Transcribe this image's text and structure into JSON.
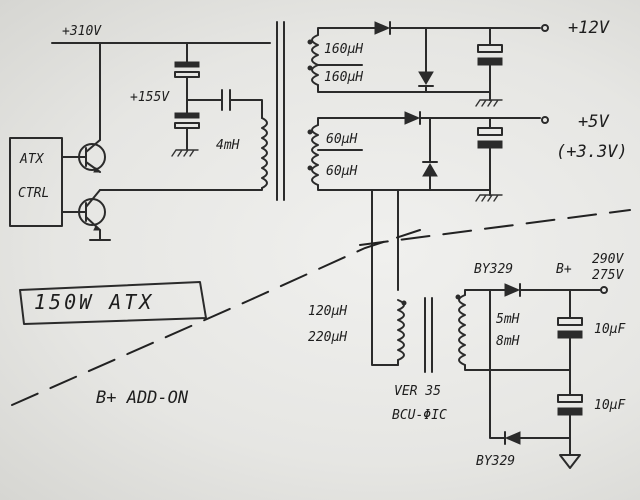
{
  "labels": {
    "v310": "+310V",
    "v155": "+155V",
    "ind4mh": "4mH",
    "atx1": "ATX",
    "atx2": "CTRL",
    "ind160a": "160µH",
    "ind160b": "160µH",
    "ind60a": "60µH",
    "ind60b": "60µH",
    "v12": "+12V",
    "v5": "+5V",
    "v33": "(+3.3V)",
    "title": "150W ATX",
    "addon": "B+ ADD-ON",
    "ind120": "120µH",
    "ind220": "220µH",
    "ver1": "VER 35",
    "ver2": "BCU-ΦIC",
    "by329top": "BY329",
    "by329bot": "BY329",
    "ind5mh": "5mH",
    "ind8mh": "8mH",
    "bplus": "B+",
    "v290": "290V",
    "v275": "275V",
    "cap10a": "10µF",
    "cap10b": "10µF"
  }
}
